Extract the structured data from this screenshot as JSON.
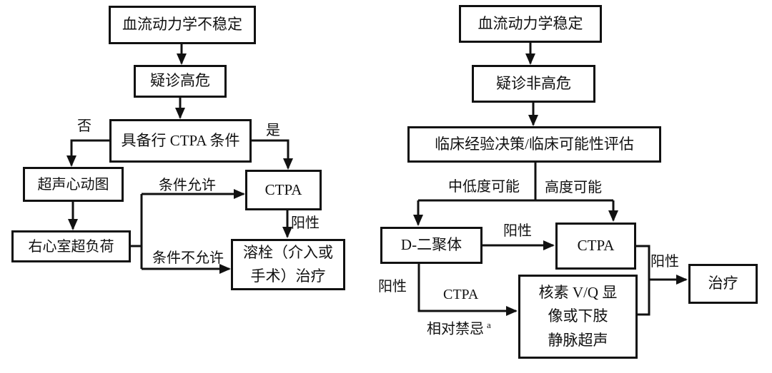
{
  "figure": {
    "background_color": "#ffffff",
    "line_color": "#111111",
    "description": "Two-column clinical decision flowchart"
  },
  "left_chart": {
    "nodes": {
      "hemodynamically_unstable": "血流动力学不稳定",
      "suspected_high_risk": "疑诊高危",
      "ctpa_feasible": "具备行 CTPA 条件",
      "echocardiography": "超声心动图",
      "rv_overload": "右心室超负荷",
      "ctpa": "CTPA",
      "thrombolysis_line1": "溶栓（介入或",
      "thrombolysis_line2": "手术）治疗"
    },
    "edge_labels": {
      "no": "否",
      "yes": "是",
      "condition_allows": "条件允许",
      "condition_not_allows": "条件不允许",
      "positive": "阳性"
    }
  },
  "right_chart": {
    "nodes": {
      "hemodynamically_stable": "血流动力学稳定",
      "suspected_non_high_risk": "疑诊非高危",
      "clinical_assessment": "临床经验决策/临床可能性评估",
      "d_dimer": "D-二聚体",
      "ctpa": "CTPA",
      "vq_scan_line1": "核素 V/Q 显",
      "vq_scan_line2": "像或下肢",
      "vq_scan_line3": "静脉超声",
      "treatment": "治疗"
    },
    "edge_labels": {
      "low_mid_probability": "中低度可能",
      "high_probability": "高度可能",
      "positive_to_ctpa": "阳性",
      "positive_down": "阳性",
      "ctpa_contraindicated": "CTPA",
      "relative_contraindication": "相对禁忌",
      "footnote_superscript": "a",
      "positive_to_treatment": "阳性"
    }
  }
}
